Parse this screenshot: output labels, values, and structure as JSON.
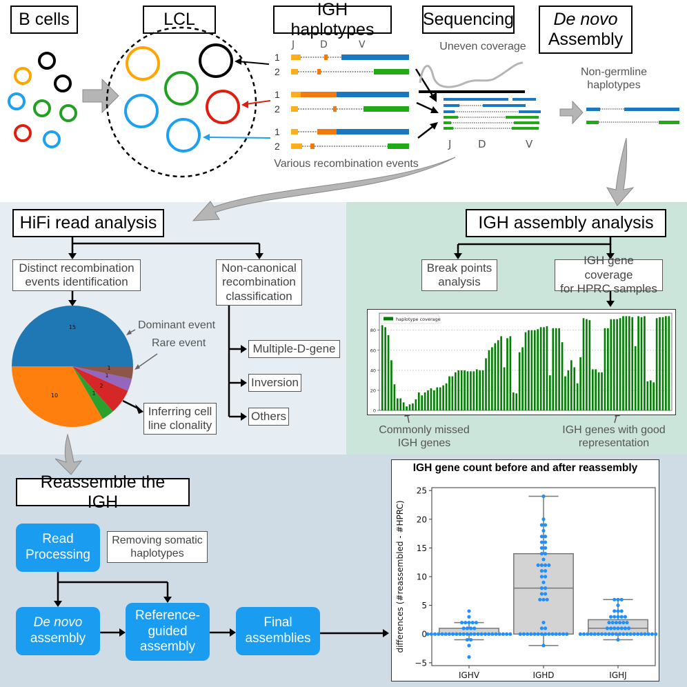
{
  "top": {
    "b_cells": "B cells",
    "lcl": "LCL",
    "igh_haplotypes": "IGH haplotypes",
    "sequencing": "Sequencing",
    "de_novo_1": "De novo",
    "de_novo_2": "Assembly",
    "gene_labels": [
      "J",
      "D",
      "V"
    ],
    "haplotype_numbers": [
      "1",
      "2",
      "1",
      "2",
      "1",
      "2"
    ],
    "various_events": "Various recombination events",
    "uneven_coverage": "Uneven coverage",
    "non_germline_1": "Non-germline",
    "non_germline_2": "haplotypes",
    "seq_gene_labels": [
      "J",
      "D",
      "V"
    ]
  },
  "hifi": {
    "title": "HiFi read analysis",
    "distinct_1": "Distinct recombination",
    "distinct_2": "events identification",
    "noncanon_1": "Non-canonical",
    "noncanon_2": "recombination",
    "noncanon_3": "classification",
    "dominant": "Dominant event",
    "rare": "Rare event",
    "inferring_1": "Inferring cell",
    "inferring_2": "line clonality",
    "multiple_d": "Multiple-D-gene",
    "inversion": "Inversion",
    "others": "Others"
  },
  "igh_assembly": {
    "title": "IGH assembly analysis",
    "break_1": "Break points",
    "break_2": "analysis",
    "coverage_1": "IGH gene coverage",
    "coverage_2": "for HPRC samples",
    "missed_1": "Commonly missed",
    "missed_2": "IGH genes",
    "good_1": "IGH genes with good",
    "good_2": "representation"
  },
  "reassemble": {
    "title": "Reassemble the IGH",
    "read_processing_1": "Read",
    "read_processing_2": "Processing",
    "removing_1": "Removing somatic",
    "removing_2": "haplotypes",
    "de_novo_1": "De novo",
    "de_novo_2": "assembly",
    "ref_guided_1": "Reference-",
    "ref_guided_2": "guided",
    "ref_guided_3": "assembly",
    "final_1": "Final",
    "final_2": "assemblies"
  },
  "colors": {
    "blue": "#1f77b4",
    "orange": "#ff7f0e",
    "green": "#2ca02c",
    "red": "#d62728",
    "purple": "#9467bd",
    "brown": "#8c564b",
    "bar_green": "#008000",
    "dot_blue": "#1e90ff",
    "button_blue": "#1a9cf0",
    "panel_hifi": "#e6eef3",
    "panel_assembly": "#cce5da",
    "panel_reassemble": "#cfdce6"
  },
  "chart_data": [
    {
      "type": "pie",
      "title": "",
      "labels": [
        "15",
        "10",
        "1",
        "2",
        "1",
        "1"
      ],
      "values": [
        15,
        10,
        1,
        2,
        1,
        1
      ],
      "colors": [
        "#1f77b4",
        "#ff7f0e",
        "#2ca02c",
        "#d62728",
        "#9467bd",
        "#8c564b"
      ]
    },
    {
      "type": "bar",
      "title": "",
      "legend": "haplotype coverage",
      "legend_position": "top-left",
      "ylim": [
        0,
        97
      ],
      "yticks": [
        0,
        20,
        40,
        60,
        80
      ],
      "grid": true,
      "values": [
        85,
        83,
        75,
        50,
        26,
        12,
        12,
        8,
        4,
        6,
        7,
        11,
        18,
        15,
        18,
        20,
        22,
        20,
        23,
        23,
        25,
        27,
        34,
        34,
        38,
        40,
        40,
        40,
        39,
        39,
        39,
        41,
        40,
        40,
        52,
        60,
        63,
        67,
        70,
        74,
        43,
        72,
        74,
        18,
        17,
        58,
        63,
        78,
        80,
        80,
        80,
        81,
        83,
        83,
        84,
        35,
        82,
        82,
        82,
        68,
        34,
        40,
        50,
        43,
        27,
        53,
        92,
        91,
        90,
        41,
        41,
        38,
        38,
        82,
        82,
        91,
        91,
        91,
        92,
        94,
        94,
        94,
        93,
        64,
        94,
        93,
        94,
        29,
        30,
        28,
        92,
        93,
        93,
        94,
        94
      ]
    },
    {
      "type": "box",
      "title": "IGH gene count before and after reassembly",
      "ylabel": "differences (#reassembled - #HPRC)",
      "xlabel": "",
      "categories": [
        "IGHV",
        "IGHD",
        "IGHJ"
      ],
      "ylim": [
        -5.5,
        25.5
      ],
      "yticks": [
        -5,
        0,
        5,
        10,
        15,
        20,
        25
      ],
      "ytick_labels": [
        "−5",
        "0",
        "5",
        "10",
        "15",
        "20",
        "25"
      ],
      "boxes": [
        {
          "name": "IGHV",
          "whisker_low": -1,
          "q1": 0,
          "median": 0,
          "q3": 1,
          "whisker_high": 2
        },
        {
          "name": "IGHD",
          "whisker_low": -2,
          "q1": 0,
          "median": 8,
          "q3": 14,
          "whisker_high": 24
        },
        {
          "name": "IGHJ",
          "whisker_low": -1,
          "q1": 0,
          "median": 1,
          "q3": 2.5,
          "whisker_high": 6
        }
      ],
      "points": [
        {
          "name": "IGHV",
          "values": [
            4,
            3,
            2,
            2,
            2,
            2,
            2,
            1,
            1,
            1,
            1,
            0,
            0,
            0,
            0,
            0,
            0,
            0,
            0,
            0,
            0,
            0,
            0,
            0,
            0,
            0,
            0,
            0,
            0,
            0,
            0,
            0,
            0,
            0,
            0,
            -1,
            -1,
            -2,
            -4
          ]
        },
        {
          "name": "IGHD",
          "values": [
            24,
            20,
            19,
            19,
            18,
            17,
            17,
            16,
            16,
            15,
            15,
            14,
            14,
            13,
            12,
            12,
            12,
            12,
            11,
            11,
            10,
            10,
            9,
            8,
            8,
            7,
            7,
            6,
            6,
            6,
            2,
            1,
            1,
            0,
            0,
            0,
            0,
            0,
            0,
            0,
            0,
            0,
            0,
            0,
            0,
            0,
            0,
            -2
          ]
        },
        {
          "name": "IGHJ",
          "values": [
            6,
            6,
            6,
            5,
            4,
            4,
            4,
            3,
            3,
            3,
            3,
            3,
            2,
            2,
            2,
            2,
            2,
            2,
            1,
            1,
            1,
            1,
            1,
            1,
            1,
            0,
            0,
            0,
            0,
            0,
            0,
            0,
            0,
            0,
            0,
            0,
            0,
            0,
            0,
            0,
            0,
            0,
            0,
            0,
            0,
            0,
            0,
            -1
          ]
        }
      ]
    }
  ]
}
